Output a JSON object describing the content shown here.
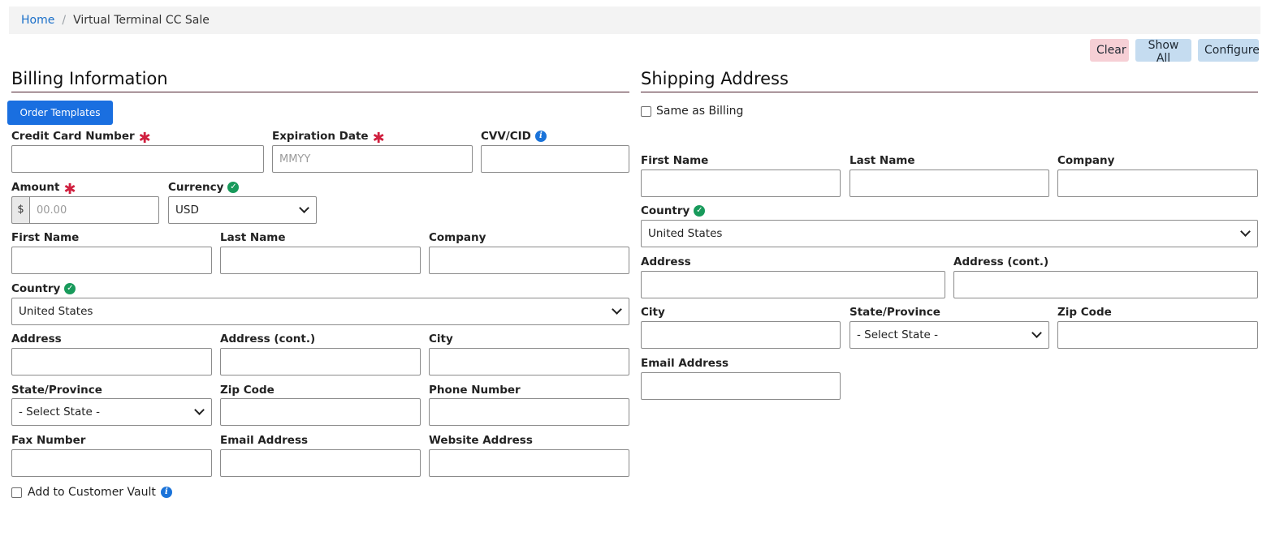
{
  "breadcrumb": {
    "home": "Home",
    "separator": "/",
    "current": "Virtual Terminal CC Sale"
  },
  "toolbar": {
    "clear": "Clear",
    "show_all": "Show All",
    "configure": "Configure"
  },
  "billing": {
    "title": "Billing Information",
    "order_templates": "Order Templates",
    "credit_card_number": {
      "label": "Credit Card Number",
      "value": ""
    },
    "expiration_date": {
      "label": "Expiration Date",
      "placeholder": "MMYY",
      "value": ""
    },
    "cvv": {
      "label": "CVV/CID",
      "value": ""
    },
    "amount": {
      "label": "Amount",
      "prefix": "$",
      "placeholder": "00.00",
      "value": ""
    },
    "currency": {
      "label": "Currency",
      "selected": "USD"
    },
    "first_name": {
      "label": "First Name",
      "value": ""
    },
    "last_name": {
      "label": "Last Name",
      "value": ""
    },
    "company": {
      "label": "Company",
      "value": ""
    },
    "country": {
      "label": "Country",
      "selected": "United States"
    },
    "address": {
      "label": "Address",
      "value": ""
    },
    "address_cont": {
      "label": "Address (cont.)",
      "value": ""
    },
    "city": {
      "label": "City",
      "value": ""
    },
    "state": {
      "label": "State/Province",
      "selected": "- Select State -"
    },
    "zip": {
      "label": "Zip Code",
      "value": ""
    },
    "phone": {
      "label": "Phone Number",
      "value": ""
    },
    "fax": {
      "label": "Fax Number",
      "value": ""
    },
    "email": {
      "label": "Email Address",
      "value": ""
    },
    "website": {
      "label": "Website Address",
      "value": ""
    },
    "add_to_vault": {
      "label": "Add to Customer Vault",
      "checked": false
    }
  },
  "shipping": {
    "title": "Shipping Address",
    "same_as_billing": {
      "label": "Same as Billing",
      "checked": false
    },
    "first_name": {
      "label": "First Name",
      "value": ""
    },
    "last_name": {
      "label": "Last Name",
      "value": ""
    },
    "company": {
      "label": "Company",
      "value": ""
    },
    "country": {
      "label": "Country",
      "selected": "United States"
    },
    "address": {
      "label": "Address",
      "value": ""
    },
    "address_cont": {
      "label": "Address (cont.)",
      "value": ""
    },
    "city": {
      "label": "City",
      "value": ""
    },
    "state": {
      "label": "State/Province",
      "selected": "- Select State -"
    },
    "zip": {
      "label": "Zip Code",
      "value": ""
    },
    "email": {
      "label": "Email Address",
      "value": ""
    }
  },
  "icons": {
    "required": "asterisk-icon",
    "verified": "check-circle-icon",
    "info": "info-circle-icon",
    "dropdown": "chevron-down-icon"
  },
  "colors": {
    "primary": "#1a6fe0",
    "required": "#d0203f",
    "verified": "#189a5b",
    "info": "#1a73d9",
    "clear_bg": "#f6cfd5",
    "secondary_bg": "#c5dcf0"
  }
}
